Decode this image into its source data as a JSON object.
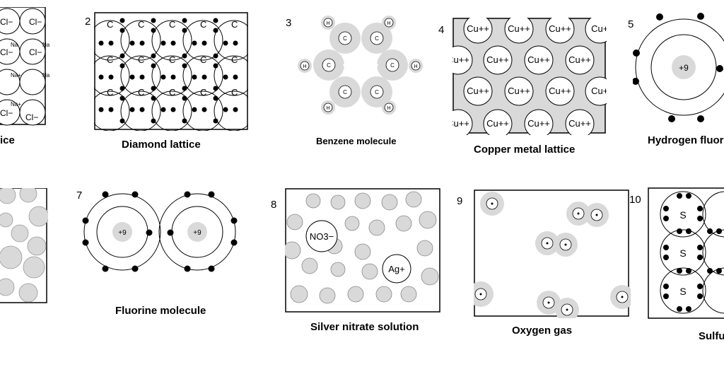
{
  "numbers": [
    "2",
    "3",
    "4",
    "5",
    "7",
    "8",
    "9",
    "10"
  ],
  "captions": {
    "p1": "ice",
    "p2": "Diamond lattice",
    "p3": "Benzene molecule",
    "p4": "Copper metal lattice",
    "p5": "Hydrogen fluor",
    "p7": "Fluorine molecule",
    "p8": "Silver nitrate solution",
    "p9": "Oxygen  gas",
    "p10": "Sulfu"
  },
  "labels": {
    "cl": "Cl−",
    "na": "Na",
    "na_plus": "Na+",
    "c": "C",
    "h": "H",
    "cu": "Cu++",
    "plus9": "+9",
    "no3": "NO3−",
    "ag": "Ag+",
    "s": "S"
  }
}
